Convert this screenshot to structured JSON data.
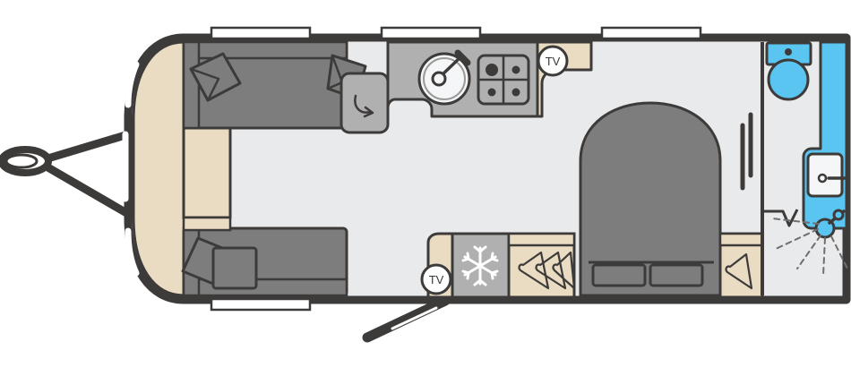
{
  "diagram": {
    "title": "Caravan Floorplan",
    "type": "caravan-layout-plan",
    "orientation": "plan-view-top-down"
  },
  "palette": {
    "outline": "#3d3b3a",
    "wall_dark": "#3d3b3a",
    "floor": "#e8eaec",
    "upholstery_gray": "#7d7d7d",
    "unit_gray": "#b0b0b0",
    "timber_tan": "#e9dcc3",
    "sanitary_blue": "#5bc5f2",
    "white": "#ffffff",
    "sink_white": "#f5f6f7"
  },
  "labels": {
    "tv_front": "TV",
    "tv_rear": "TV"
  },
  "zones": [
    {
      "id": "front-lounge",
      "name": "Front Lounge",
      "furniture": [
        "side-sofa-upper",
        "side-sofa-lower",
        "front-chest",
        "swivel-seat"
      ]
    },
    {
      "id": "kitchen",
      "name": "Kitchen",
      "furniture": [
        "sink",
        "tap",
        "hob-4-burner",
        "worktop",
        "fridge"
      ]
    },
    {
      "id": "bedroom",
      "name": "Bedroom",
      "furniture": [
        "island-bed",
        "pillow-left",
        "pillow-right",
        "wardrobe",
        "bedside-robe"
      ]
    },
    {
      "id": "washroom",
      "name": "Washroom",
      "furniture": [
        "toilet",
        "washbasin",
        "shower",
        "sliding-door"
      ]
    }
  ],
  "fixtures": {
    "sink": {
      "name": "kitchen-sink",
      "shape": "circular"
    },
    "hob": {
      "name": "four-burner-hob",
      "burners": 4,
      "large_burners": 1
    },
    "fridge": {
      "name": "fridge",
      "icon": "snowflake-icon"
    },
    "wardrobe": {
      "name": "wardrobe",
      "icon": "clothes-hangers-icon",
      "hangers": 3
    },
    "toilet": {
      "name": "toilet",
      "color": "#5bc5f2"
    },
    "washbasin": {
      "name": "washbasin",
      "color": "#5bc5f2"
    },
    "shower": {
      "name": "shower-head",
      "color": "#5bc5f2"
    },
    "hitch": {
      "name": "a-frame-tow-hitch"
    },
    "door": {
      "name": "entrance-door"
    },
    "swivel": {
      "name": "swivel-arrow-icon"
    }
  },
  "windows": {
    "front_count": 3,
    "roof_top_count": 3,
    "roof_bottom_count": 1
  }
}
